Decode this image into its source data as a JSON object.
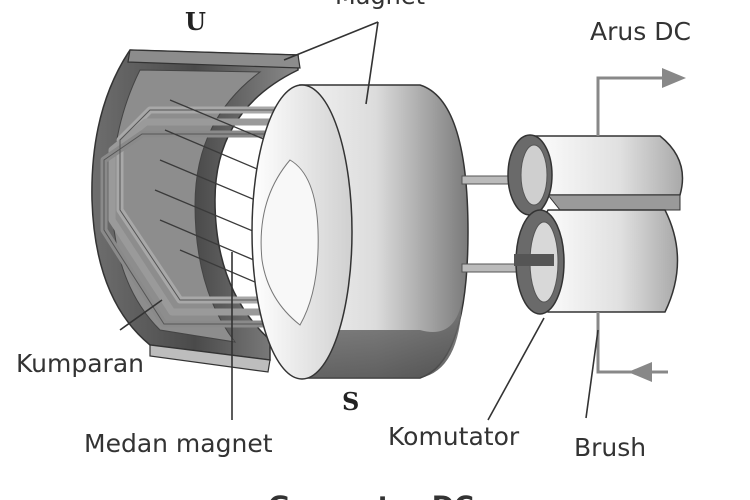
{
  "labels": {
    "magnet": "Magnet",
    "north_pole": "U",
    "south_pole": "S",
    "dc_current": "Arus DC",
    "coil": "Kumparan",
    "magnetic_field": "Medan magnet",
    "commutator": "Komutator",
    "brush": "Brush",
    "caption": "Generator DC"
  },
  "colors": {
    "magnet_dark": "#555555",
    "magnet_light": "#e4e4e4",
    "coil": "#9a9a9a",
    "leader_line": "#333333",
    "circuit_line": "#888888"
  }
}
